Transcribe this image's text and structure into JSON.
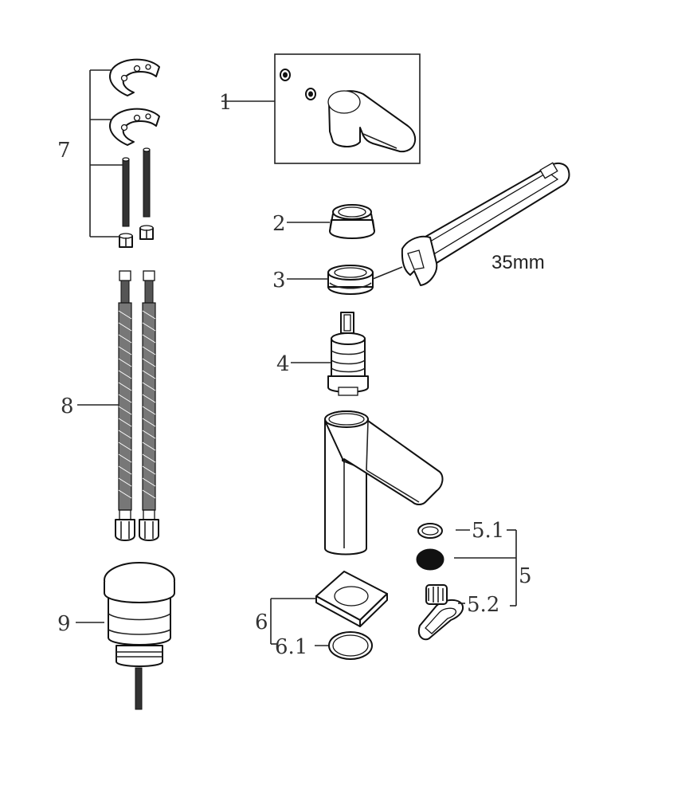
{
  "diagram": {
    "labels": {
      "p1": "1",
      "p2": "2",
      "p3": "3",
      "p4": "4",
      "p5": "5",
      "p5_1": "5.1",
      "p5_2": "5.2",
      "p6": "6",
      "p6_1": "6.1",
      "p7": "7",
      "p8": "8",
      "p9": "9",
      "wrench_size": "35mm"
    }
  }
}
